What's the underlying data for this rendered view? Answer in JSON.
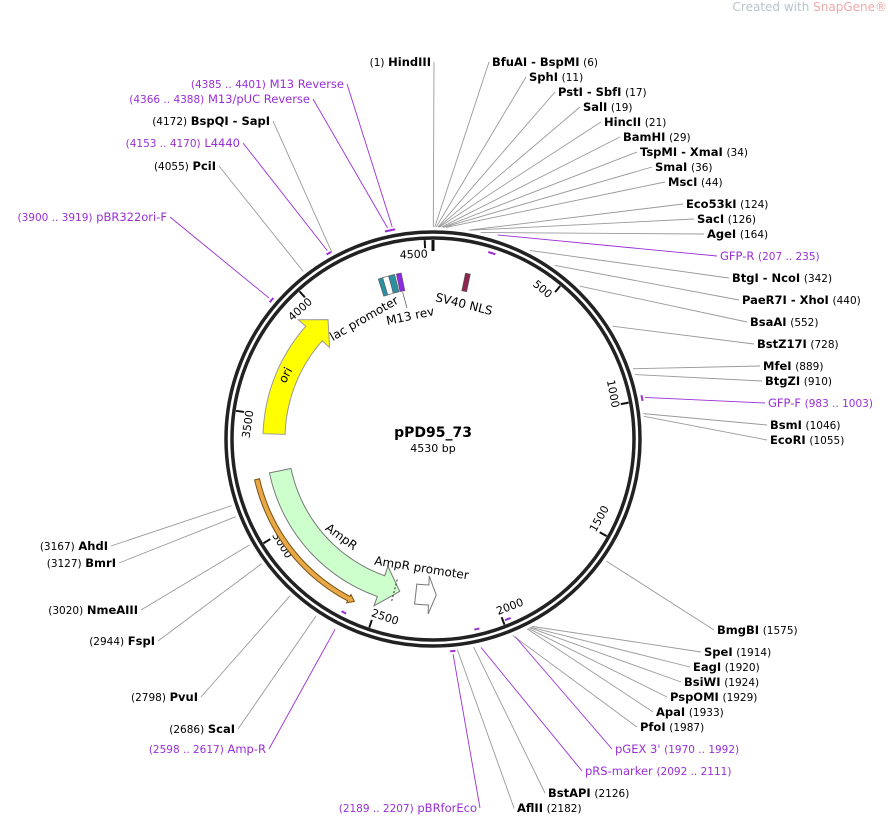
{
  "watermark": {
    "prefix": "Created with ",
    "brand": "SnapGene®"
  },
  "plasmid": {
    "name": "pPD95_73",
    "size_label": "4530 bp",
    "length_bp": 4530
  },
  "colors": {
    "backbone": "#222222",
    "primer": "#9a2fd6",
    "ori": "#ffff00",
    "ampr": "#ccffcc",
    "amp_primer": "#e8a848",
    "lac": "#2e8fa0",
    "m13": "#8b2be2",
    "sv40": "#8b2650",
    "leader": "#999999"
  },
  "ticks": [
    {
      "bp": 500,
      "label": "500"
    },
    {
      "bp": 1000,
      "label": "1000"
    },
    {
      "bp": 1500,
      "label": "1500"
    },
    {
      "bp": 2000,
      "label": "2000"
    },
    {
      "bp": 2500,
      "label": "2500"
    },
    {
      "bp": 3000,
      "label": "3000"
    },
    {
      "bp": 3500,
      "label": "3500"
    },
    {
      "bp": 4000,
      "label": "4000"
    },
    {
      "bp": 4500,
      "label": "4500"
    }
  ],
  "sites": [
    {
      "name": "HindIII",
      "pos": 1,
      "label_pos": "(1)"
    },
    {
      "name": "BfuAI - BspMI",
      "pos": 6,
      "label_pos": "(6)"
    },
    {
      "name": "SphI",
      "pos": 11,
      "label_pos": "(11)"
    },
    {
      "name": "PstI - SbfI",
      "pos": 17,
      "label_pos": "(17)"
    },
    {
      "name": "SalI",
      "pos": 19,
      "label_pos": "(19)"
    },
    {
      "name": "HincII",
      "pos": 21,
      "label_pos": "(21)"
    },
    {
      "name": "BamHI",
      "pos": 29,
      "label_pos": "(29)"
    },
    {
      "name": "TspMI - XmaI",
      "pos": 34,
      "label_pos": "(34)"
    },
    {
      "name": "SmaI",
      "pos": 36,
      "label_pos": "(36)"
    },
    {
      "name": "MscI",
      "pos": 44,
      "label_pos": "(44)"
    },
    {
      "name": "Eco53kI",
      "pos": 124,
      "label_pos": "(124)"
    },
    {
      "name": "SacI",
      "pos": 126,
      "label_pos": "(126)"
    },
    {
      "name": "AgeI",
      "pos": 164,
      "label_pos": "(164)"
    },
    {
      "name": "BtgI - NcoI",
      "pos": 342,
      "label_pos": "(342)"
    },
    {
      "name": "PaeR7I - XhoI",
      "pos": 440,
      "label_pos": "(440)"
    },
    {
      "name": "BsaAI",
      "pos": 552,
      "label_pos": "(552)"
    },
    {
      "name": "BstZ17I",
      "pos": 728,
      "label_pos": "(728)"
    },
    {
      "name": "MfeI",
      "pos": 889,
      "label_pos": "(889)"
    },
    {
      "name": "BtgZI",
      "pos": 910,
      "label_pos": "(910)"
    },
    {
      "name": "BsmI",
      "pos": 1046,
      "label_pos": "(1046)"
    },
    {
      "name": "EcoRI",
      "pos": 1055,
      "label_pos": "(1055)"
    },
    {
      "name": "BmgBI",
      "pos": 1575,
      "label_pos": "(1575)"
    },
    {
      "name": "SpeI",
      "pos": 1914,
      "label_pos": "(1914)"
    },
    {
      "name": "EagI",
      "pos": 1920,
      "label_pos": "(1920)"
    },
    {
      "name": "BsiWI",
      "pos": 1924,
      "label_pos": "(1924)"
    },
    {
      "name": "PspOMI",
      "pos": 1929,
      "label_pos": "(1929)"
    },
    {
      "name": "ApaI",
      "pos": 1933,
      "label_pos": "(1933)"
    },
    {
      "name": "PfoI",
      "pos": 1987,
      "label_pos": "(1987)"
    },
    {
      "name": "BstAPI",
      "pos": 2126,
      "label_pos": "(2126)"
    },
    {
      "name": "AflII",
      "pos": 2182,
      "label_pos": "(2182)"
    },
    {
      "name": "ScaI",
      "pos": 2686,
      "label_pos": "(2686)"
    },
    {
      "name": "PvuI",
      "pos": 2798,
      "label_pos": "(2798)"
    },
    {
      "name": "FspI",
      "pos": 2944,
      "label_pos": "(2944)"
    },
    {
      "name": "NmeAIII",
      "pos": 3020,
      "label_pos": "(3020)"
    },
    {
      "name": "BmrI",
      "pos": 3127,
      "label_pos": "(3127)"
    },
    {
      "name": "AhdI",
      "pos": 3167,
      "label_pos": "(3167)"
    },
    {
      "name": "PciI",
      "pos": 4055,
      "label_pos": "(4055)"
    },
    {
      "name": "BspQI - SapI",
      "pos": 4172,
      "label_pos": "(4172)"
    }
  ],
  "primers": [
    {
      "name": "GFP-R",
      "start": 207,
      "end": 235,
      "range": "(207 .. 235)",
      "strand": "rev"
    },
    {
      "name": "GFP-F",
      "start": 983,
      "end": 1003,
      "range": "(983 .. 1003)",
      "strand": "fwd"
    },
    {
      "name": "pGEX 3'",
      "start": 1970,
      "end": 1992,
      "range": "(1970 .. 1992)",
      "strand": "rev"
    },
    {
      "name": "pRS-marker",
      "start": 2092,
      "end": 2111,
      "range": "(2092 .. 2111)",
      "strand": "rev"
    },
    {
      "name": "pBRforEco",
      "start": 2189,
      "end": 2207,
      "range": "(2189 .. 2207)",
      "strand": "fwd"
    },
    {
      "name": "Amp-R",
      "start": 2598,
      "end": 2617,
      "range": "(2598 .. 2617)",
      "strand": "rev"
    },
    {
      "name": "pBR322ori-F",
      "start": 3900,
      "end": 3919,
      "range": "(3900 .. 3919)",
      "strand": "fwd"
    },
    {
      "name": "L4440",
      "start": 4153,
      "end": 4170,
      "range": "(4153 .. 4170)",
      "strand": "fwd"
    },
    {
      "name": "M13/pUC Reverse",
      "start": 4366,
      "end": 4388,
      "range": "(4366 .. 4388)",
      "strand": "fwd"
    },
    {
      "name": "M13 Reverse",
      "start": 4385,
      "end": 4401,
      "range": "(4385 .. 4401)",
      "strand": "fwd"
    }
  ],
  "features": {
    "ori": {
      "label": "ori",
      "start": 3420,
      "end": 4010
    },
    "ampr": {
      "label": "AmpR",
      "start": 2420,
      "end": 3250
    },
    "ampr_promoter": {
      "label": "AmpR promoter",
      "start": 2250,
      "end": 2345
    },
    "lac_promoter": {
      "label": "lac promoter",
      "start": 4290,
      "end": 4320
    },
    "m13_rev": {
      "label": "M13 rev",
      "start": 4375,
      "end": 4392
    },
    "sv40_nls": {
      "label": "SV40 NLS",
      "start": 140,
      "end": 160
    }
  }
}
